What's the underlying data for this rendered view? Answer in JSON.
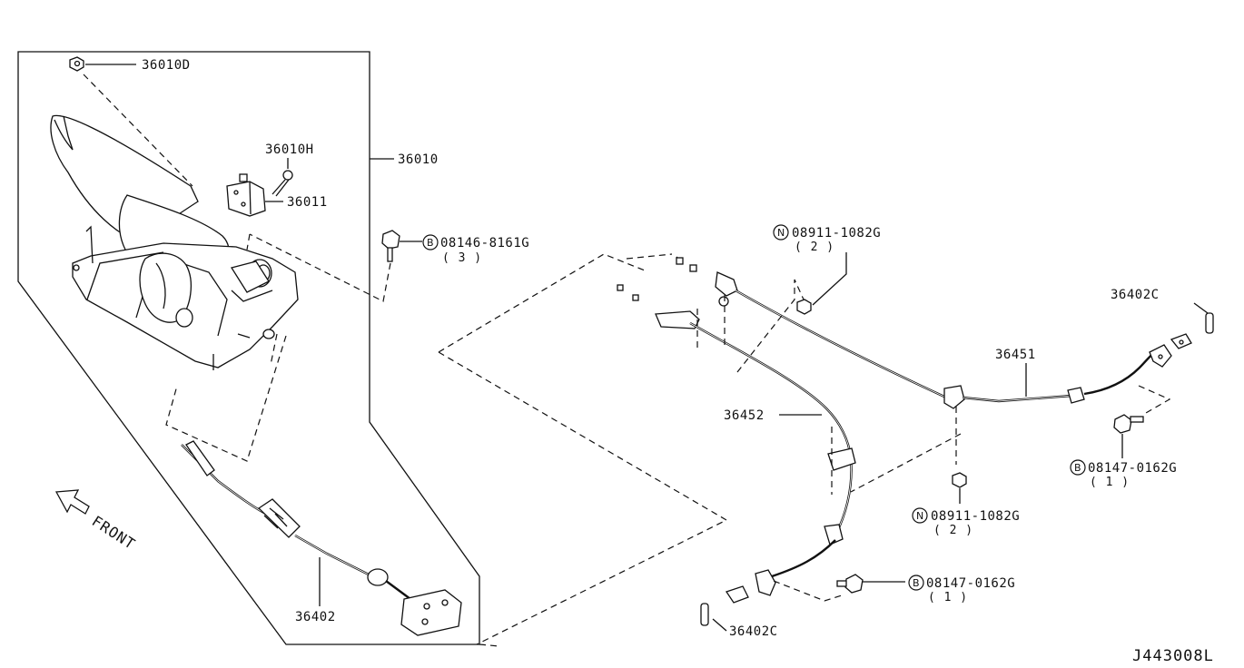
{
  "diagram": {
    "labels": {
      "p36010D": "36010D",
      "p36010H": "36010H",
      "p36010": "36010",
      "p36011": "36011",
      "bolt_08146": "08146-8161G",
      "bolt_08146_qty": "( 3 )",
      "nut_top": "08911-1082G",
      "nut_top_qty": "( 2 )",
      "p36402C_top": "36402C",
      "p36451": "36451",
      "p36452": "36452",
      "bolt_right": "08147-0162G",
      "bolt_right_qty": "( 1 )",
      "nut_bottom": "08911-1082G",
      "nut_bottom_qty": "( 2 )",
      "bolt_bottom": "08147-0162G",
      "bolt_bottom_qty": "( 1 )",
      "p36402C_bottom": "36402C",
      "p36402": "36402",
      "front": "FRONT"
    },
    "prefixes": {
      "bolt": "B",
      "nut": "N"
    },
    "reference": "J443008L"
  }
}
